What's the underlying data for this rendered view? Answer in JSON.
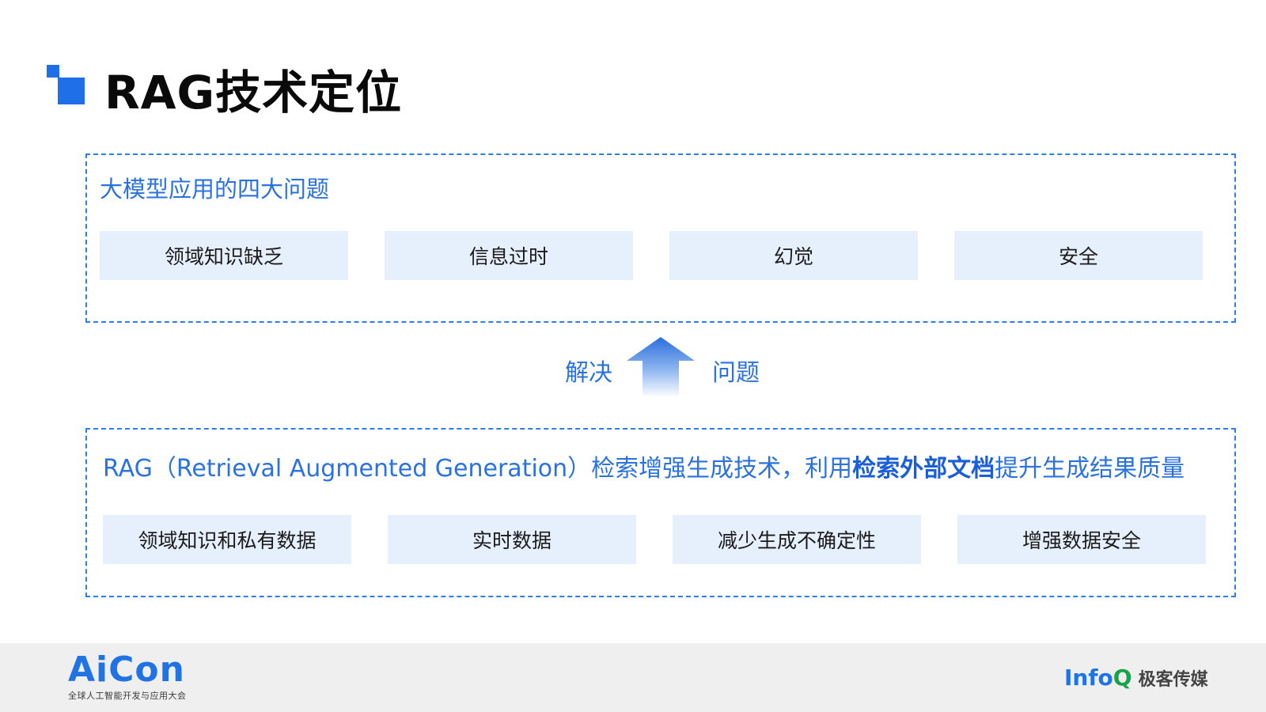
{
  "title": "RAG技术定位",
  "problems_panel": {
    "heading": "大模型应用的四大问题",
    "items": [
      "领域知识缺乏",
      "信息过时",
      "幻觉",
      "安全"
    ]
  },
  "connector": {
    "left_label": "解决",
    "right_label": "问题",
    "icon": "up-arrow-icon",
    "color": "#2a72e0"
  },
  "rag_panel": {
    "heading_prefix": "RAG（Retrieval Augmented Generation）检索增强生成技术，利用",
    "heading_bold": "检索外部文档",
    "heading_suffix": "提升生成结果质量",
    "items": [
      "领域知识和私有数据",
      "实时数据",
      "减少生成不确定性",
      "增强数据安全"
    ]
  },
  "footer": {
    "left_logo_text": "AiCon",
    "left_logo_subtitle": "全球人工智能开发与应用大会",
    "right_logo_text_main": "Info",
    "right_logo_text_q": "Q",
    "right_logo_cn": "极客传媒"
  },
  "colors": {
    "accent": "#1f6fe9",
    "tile_bg": "#e6f0fd",
    "dashed_border": "#2f7de8"
  }
}
